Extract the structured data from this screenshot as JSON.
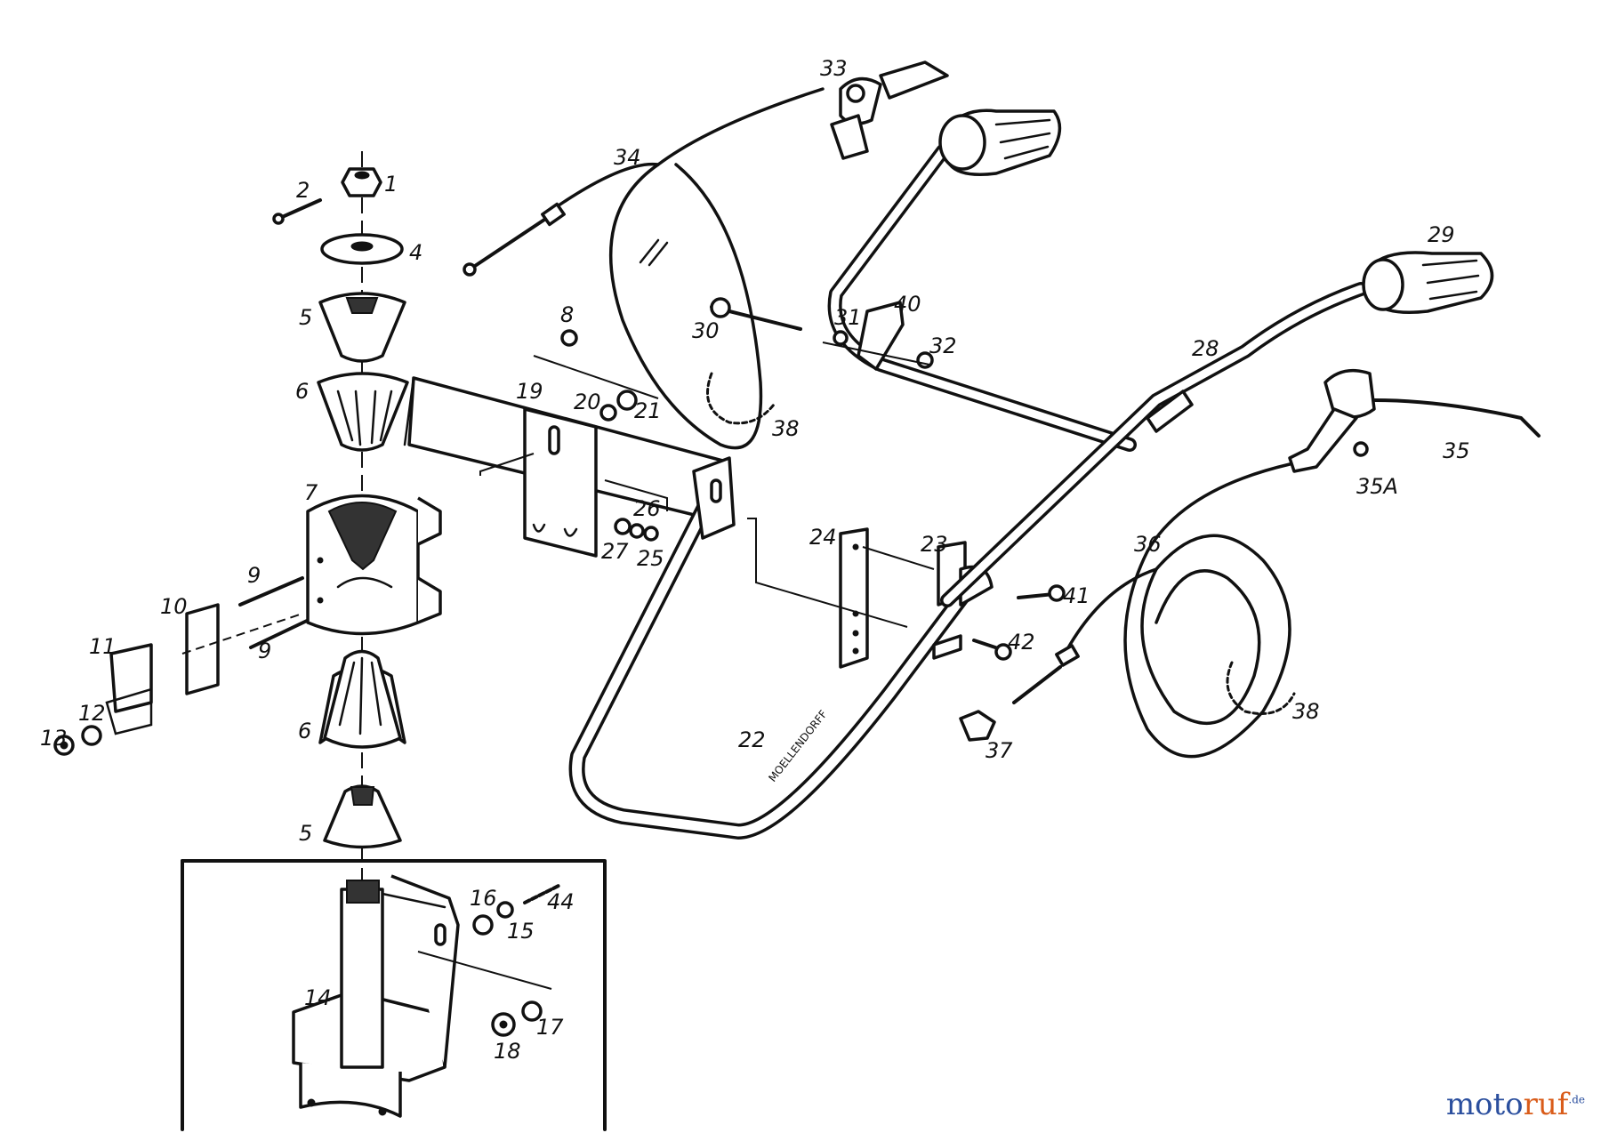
{
  "diagram": {
    "callouts": [
      {
        "id": "1",
        "label": "1"
      },
      {
        "id": "2",
        "label": "2"
      },
      {
        "id": "4",
        "label": "4"
      },
      {
        "id": "5a",
        "label": "5"
      },
      {
        "id": "6a",
        "label": "6"
      },
      {
        "id": "7",
        "label": "7"
      },
      {
        "id": "8",
        "label": "8"
      },
      {
        "id": "9a",
        "label": "9"
      },
      {
        "id": "9b",
        "label": "9"
      },
      {
        "id": "10",
        "label": "10"
      },
      {
        "id": "11",
        "label": "11"
      },
      {
        "id": "12",
        "label": "12"
      },
      {
        "id": "13",
        "label": "13"
      },
      {
        "id": "6b",
        "label": "6"
      },
      {
        "id": "5b",
        "label": "5"
      },
      {
        "id": "14",
        "label": "14"
      },
      {
        "id": "16",
        "label": "16"
      },
      {
        "id": "15",
        "label": "15"
      },
      {
        "id": "44",
        "label": "44"
      },
      {
        "id": "17",
        "label": "17"
      },
      {
        "id": "18",
        "label": "18"
      },
      {
        "id": "19",
        "label": "19"
      },
      {
        "id": "20",
        "label": "20"
      },
      {
        "id": "21",
        "label": "21"
      },
      {
        "id": "26",
        "label": "26"
      },
      {
        "id": "27",
        "label": "27"
      },
      {
        "id": "25",
        "label": "25"
      },
      {
        "id": "22",
        "label": "22"
      },
      {
        "id": "24",
        "label": "24"
      },
      {
        "id": "23",
        "label": "23"
      },
      {
        "id": "41",
        "label": "41"
      },
      {
        "id": "42",
        "label": "42"
      },
      {
        "id": "37",
        "label": "37"
      },
      {
        "id": "33",
        "label": "33"
      },
      {
        "id": "34",
        "label": "34"
      },
      {
        "id": "30",
        "label": "30"
      },
      {
        "id": "31",
        "label": "31"
      },
      {
        "id": "40",
        "label": "40"
      },
      {
        "id": "32",
        "label": "32"
      },
      {
        "id": "38a",
        "label": "38"
      },
      {
        "id": "29",
        "label": "29"
      },
      {
        "id": "28",
        "label": "28"
      },
      {
        "id": "35",
        "label": "35"
      },
      {
        "id": "35A",
        "label": "35A"
      },
      {
        "id": "36",
        "label": "36"
      },
      {
        "id": "38b",
        "label": "38"
      }
    ],
    "handle_stamp": "MOELLENDORFF"
  },
  "logo": {
    "part1": "moto",
    "part2": "ruf",
    "suffix": ".de"
  }
}
